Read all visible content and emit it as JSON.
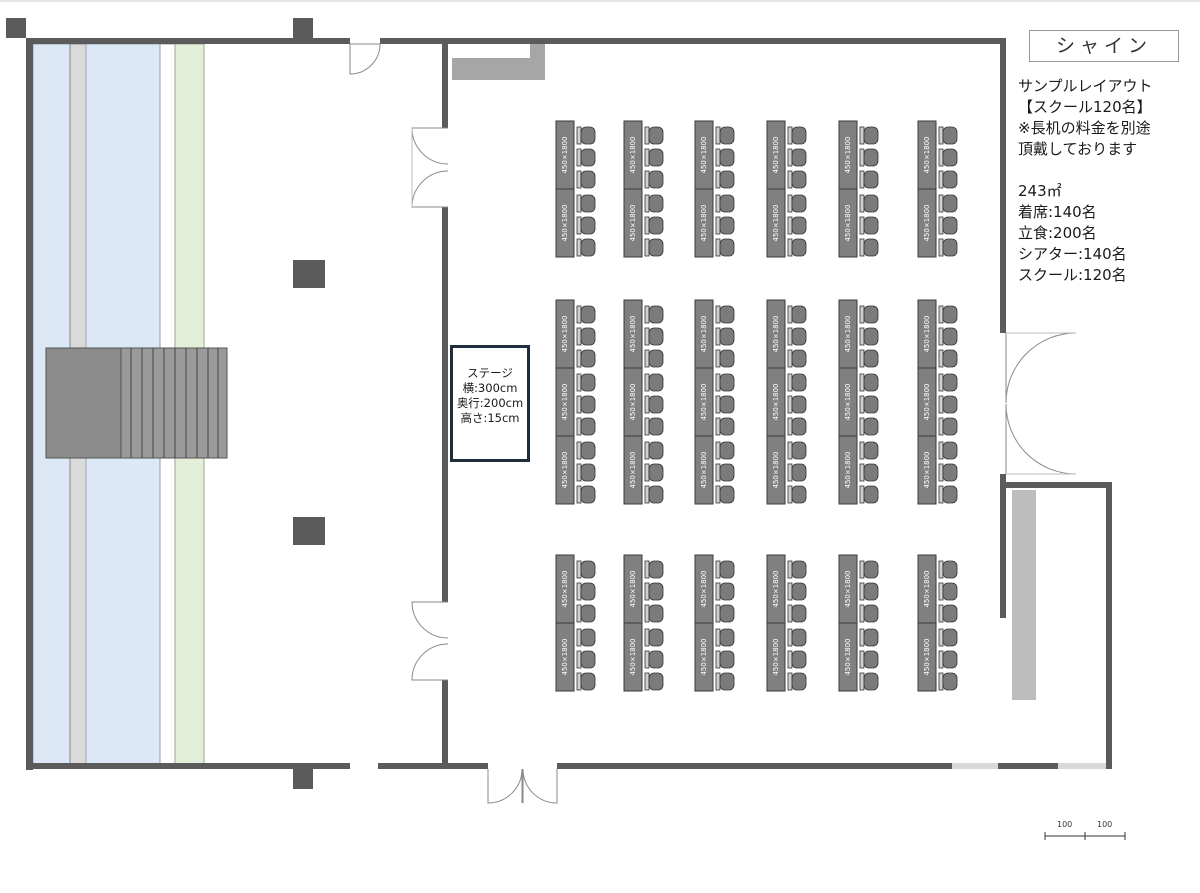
{
  "room_name": "シャイン",
  "layout_title": "サンプルレイアウト",
  "layout_subtitle": "【スクール120名】",
  "note_line1": "※長机の料金を別途",
  "note_line2": "頂戴しております",
  "capacity": {
    "area": "243㎡",
    "seated": "着席:140名",
    "standing": "立食:200名",
    "theater": "シアター:140名",
    "school": "スクール:120名"
  },
  "stage": {
    "title": "ステージ",
    "width": "横:300cm",
    "depth": "奥行:200cm",
    "height": "高さ:15cm"
  },
  "table_label": "450×1800",
  "scale": {
    "left": "100",
    "right": "100"
  },
  "table_blocks": [
    {
      "tables": 2,
      "chairs_per_table": 3
    },
    {
      "tables": 3,
      "chairs_per_table": 3
    },
    {
      "tables": 2,
      "chairs_per_table": 3
    }
  ],
  "table_columns": 6,
  "colors": {
    "wall": "#5b5b5b",
    "table": "#808080",
    "chair": "#7b7b7b",
    "window_blue": "#dce8f5",
    "window_green": "#e3efd9",
    "stage_border": "#1f2d3d"
  }
}
